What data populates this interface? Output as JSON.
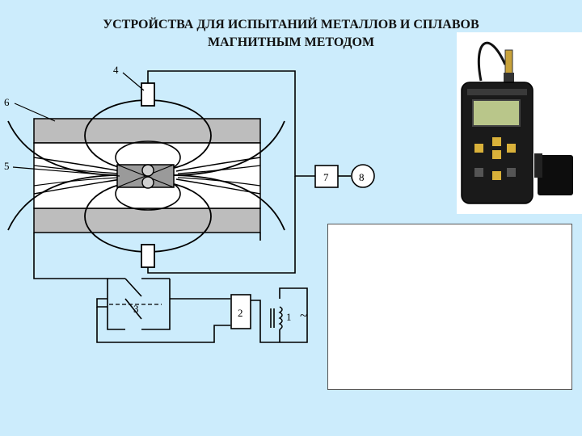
{
  "title": {
    "line1": "УСТРОЙСТВА ДЛЯ ИСПЫТАНИЙ МЕТАЛЛОВ И СПЛАВОВ",
    "line2": "МАГНИТНЫМ МЕТОДОМ"
  },
  "diagram": {
    "labels": {
      "n1": "1",
      "n2": "2",
      "n3": "3",
      "n4": "4",
      "n5": "5",
      "n6": "6",
      "n7": "7",
      "n8": "8",
      "ac": "~"
    }
  },
  "colors": {
    "background": "#ccecfc",
    "specimen_gray": "#bdbdbd",
    "device_body": "#1a1a1a",
    "device_screen": "#b9c68a",
    "device_buttons": "#d9b13a"
  },
  "icons": {
    "device_photo": "thickness-gauge-device-icon"
  }
}
